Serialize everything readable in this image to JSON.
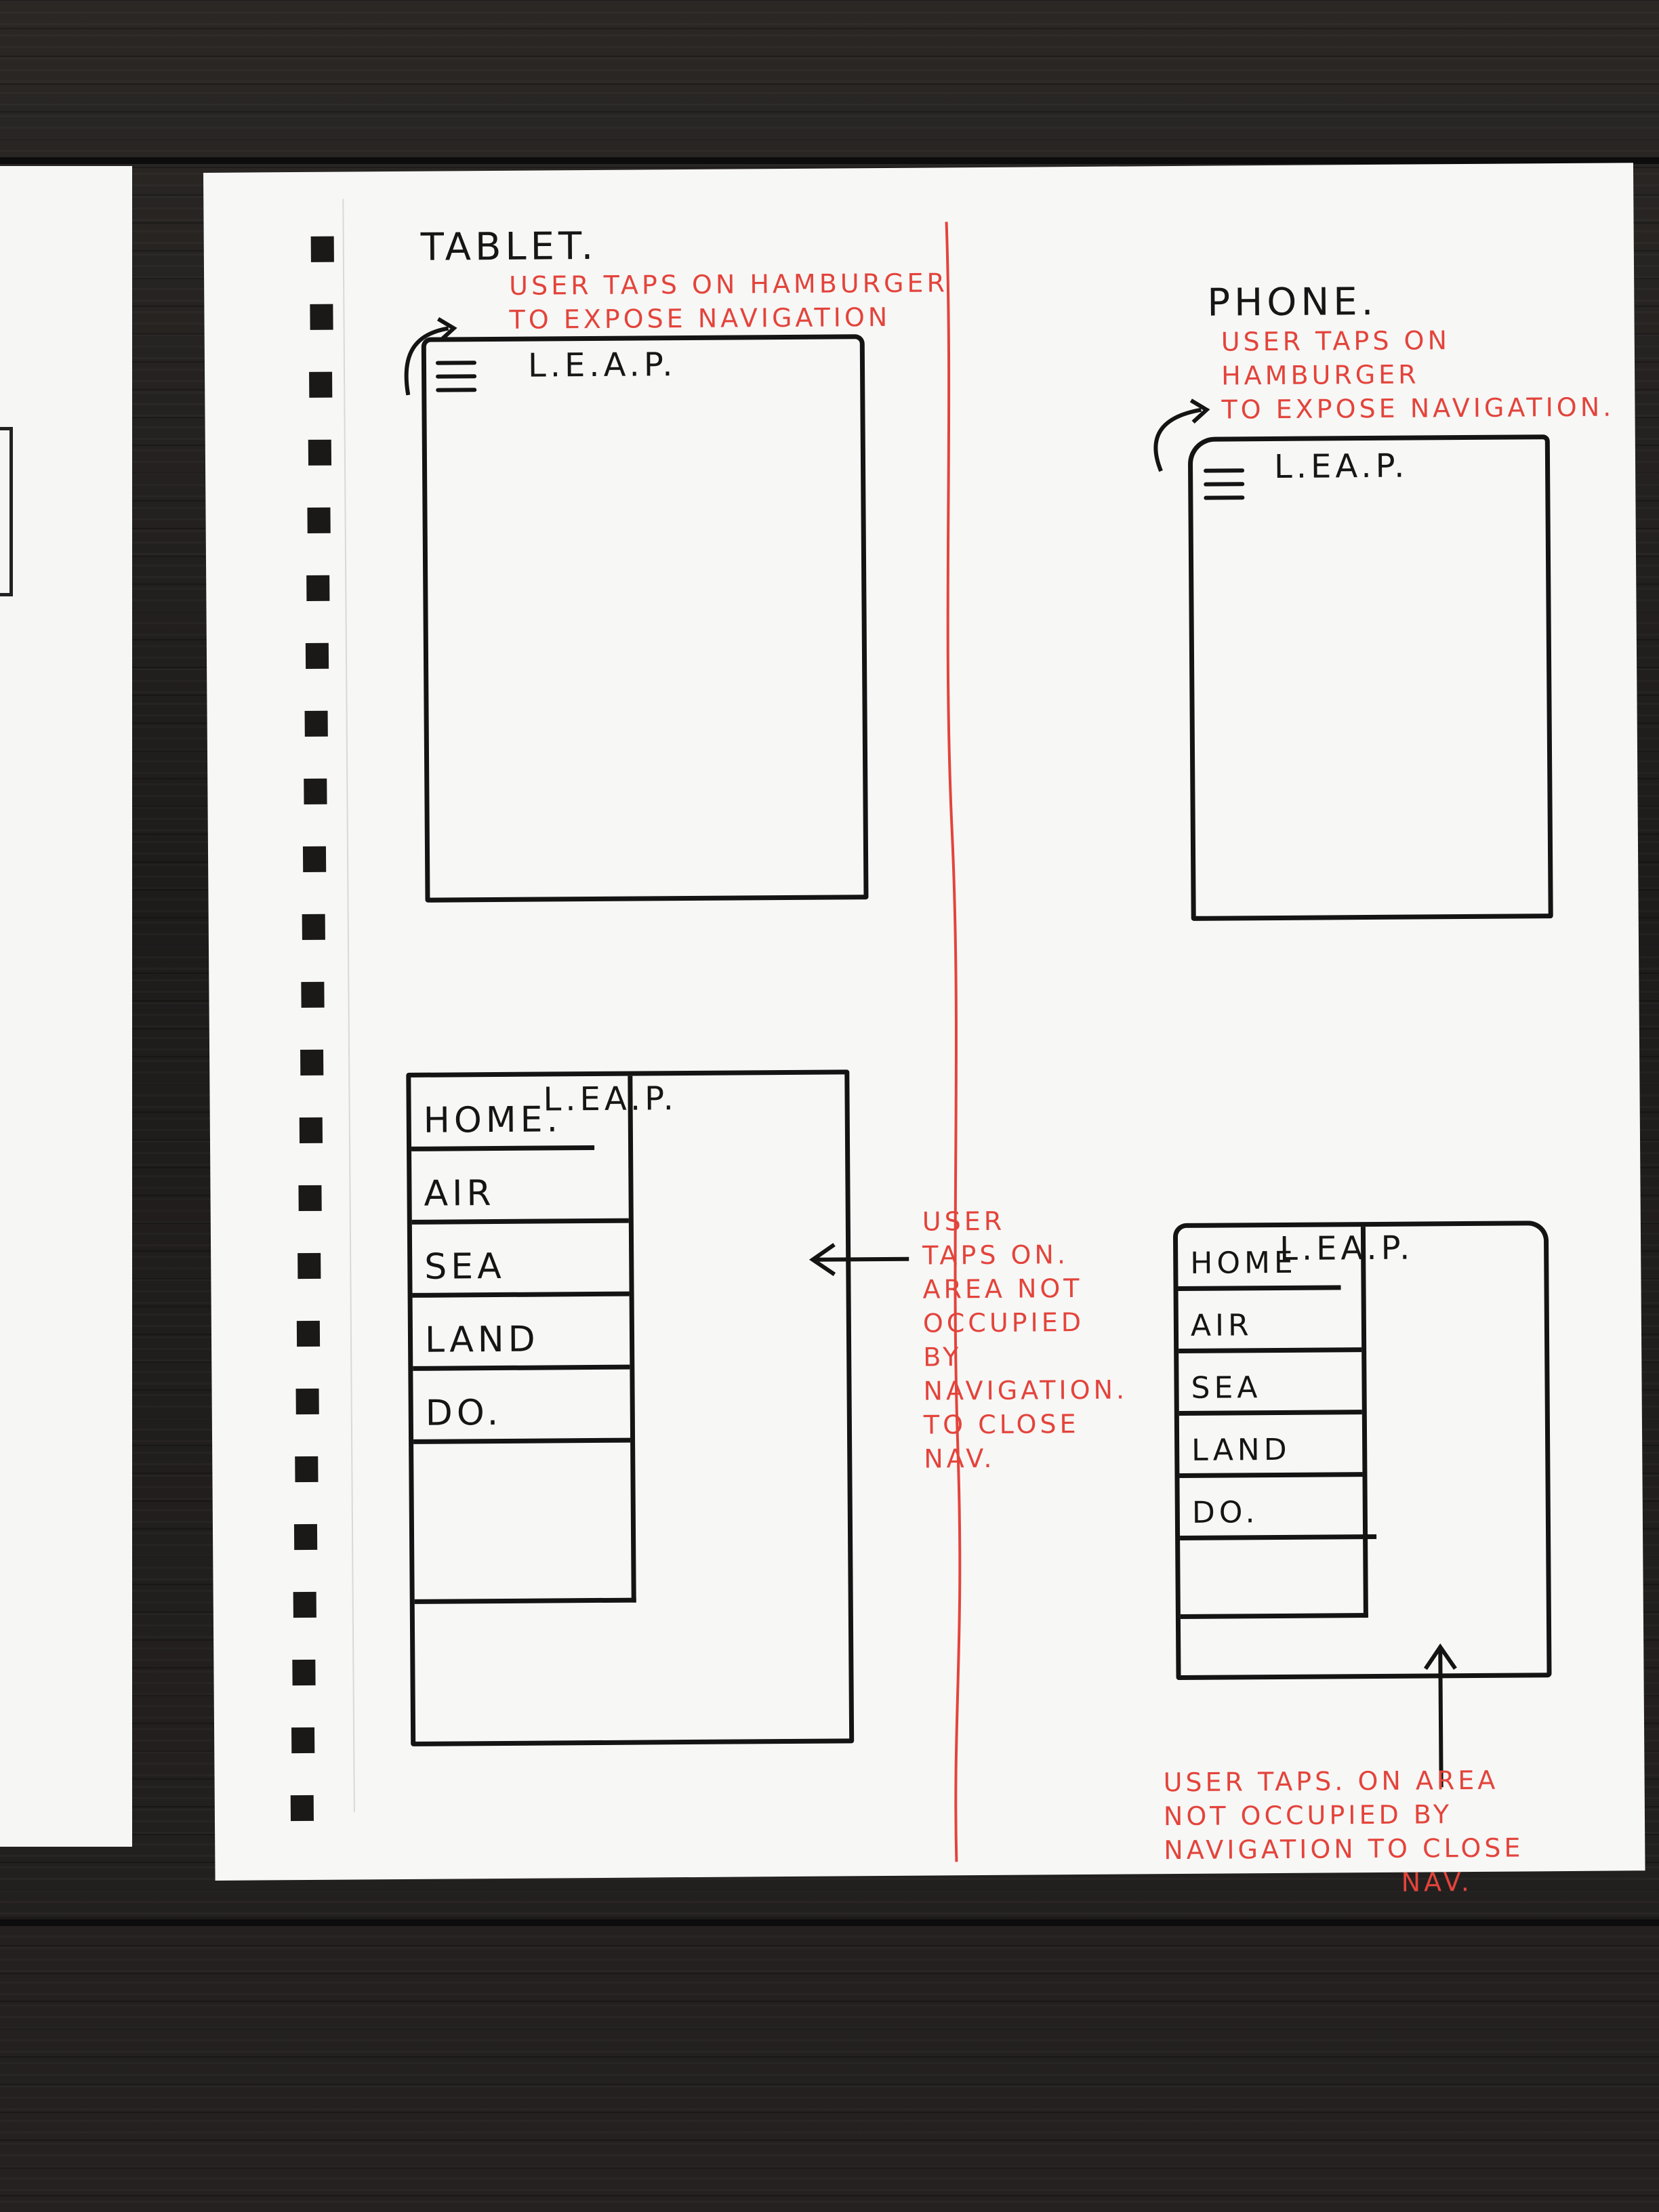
{
  "tablet": {
    "heading": "TABLET.",
    "note_hamburger": "USER TAPS ON HAMBURGER\nTO EXPOSE NAVIGATION",
    "app_title": "L.E.A.P.",
    "app_title_open": "L.EA.P.",
    "nav_items": [
      "HOME.",
      "AIR",
      "SEA",
      "LAND",
      "DO."
    ],
    "note_close": [
      "USER",
      "TAPS ON.",
      "AREA NOT",
      "OCCUPIED",
      "BY",
      "NAVIGATION.",
      "TO CLOSE",
      "NAV."
    ]
  },
  "phone": {
    "heading": "PHONE.",
    "note_hamburger": [
      "USER TAPS ON",
      "HAMBURGER",
      "TO EXPOSE NAVIGATION."
    ],
    "app_title": "L.EA.P.",
    "app_title_open": "L.EA.P.",
    "nav_items": [
      "HOME",
      "AIR",
      "SEA",
      "LAND",
      "DO."
    ],
    "note_close": [
      "USER TAPS. ON AREA",
      "NOT OCCUPIED BY",
      "NAVIGATION TO CLOSE",
      "NAV."
    ]
  },
  "colors": {
    "ink": "#141414",
    "red_pen": "#e3443b",
    "paper": "#f7f7f6",
    "table": "#1e1c1b"
  }
}
